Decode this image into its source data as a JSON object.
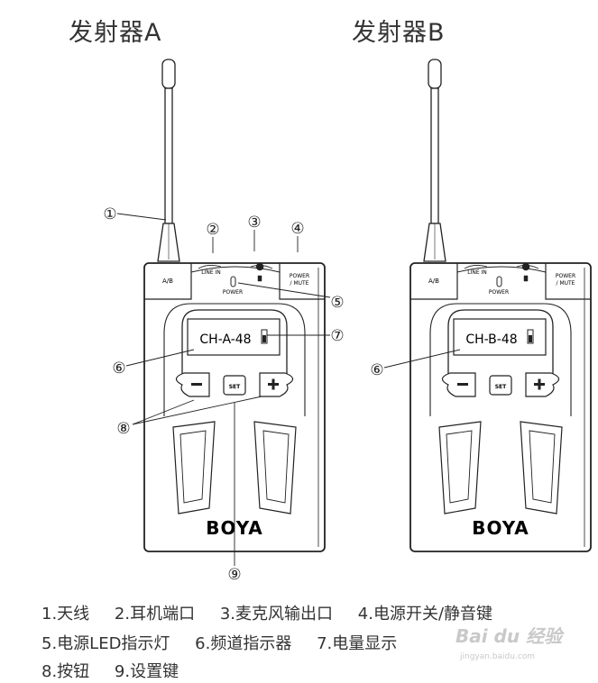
{
  "titles": {
    "a": "发射器A",
    "b": "发射器B"
  },
  "device_a": {
    "ab_label": "A/B",
    "line_in": "LINE IN",
    "power_led": "POWER",
    "power_key": "POWER",
    "mute_key": "/ MUTE",
    "display": "CH-A-48",
    "set_key": "SET",
    "brand": "BOYA"
  },
  "device_b": {
    "ab_label": "A/B",
    "line_in": "LINE IN",
    "power_led": "POWER",
    "power_key": "POWER",
    "mute_key": "/ MUTE",
    "display": "CH-B-48",
    "set_key": "SET",
    "brand": "BOYA"
  },
  "callouts": [
    "①",
    "②",
    "③",
    "④",
    "⑤",
    "⑥",
    "⑦",
    "⑧",
    "⑨",
    "⑥"
  ],
  "legend": {
    "row1": [
      "1.天线",
      "2.耳机端口",
      "3.麦克风输出口",
      "4.电源开关/静音键"
    ],
    "row2": [
      "5.电源LED指示灯",
      "6.频道指示器",
      "7.电量显示"
    ],
    "row3": [
      "8.按钮",
      "9.设置键"
    ]
  },
  "watermark": {
    "main": "Bai du 经验",
    "sub": "jingyan.baidu.com"
  }
}
